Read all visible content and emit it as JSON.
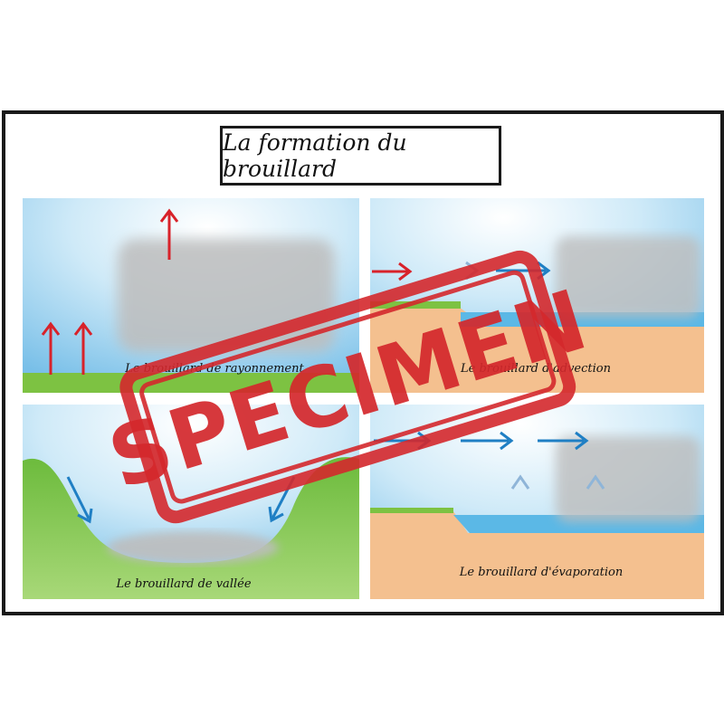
{
  "title": "La formation du brouillard",
  "panels": [
    {
      "caption": "Le brouillard de rayonnement"
    },
    {
      "caption": "Le brouillard d'advection"
    },
    {
      "caption": "Le brouillard de vallée"
    },
    {
      "caption": "Le brouillard d'évaporation"
    }
  ],
  "watermark": "SPECIMEN",
  "colors": {
    "sky_top": "#7fc3ea",
    "sky_glow": "#ffffff",
    "grass": "#7dc242",
    "sand": "#f4c08f",
    "water": "#5bb8e6",
    "arrow_red": "#d8222a",
    "arrow_blue": "#1f7fc4",
    "fog": "#b9b9b9",
    "stamp_red": "#d4282c"
  }
}
